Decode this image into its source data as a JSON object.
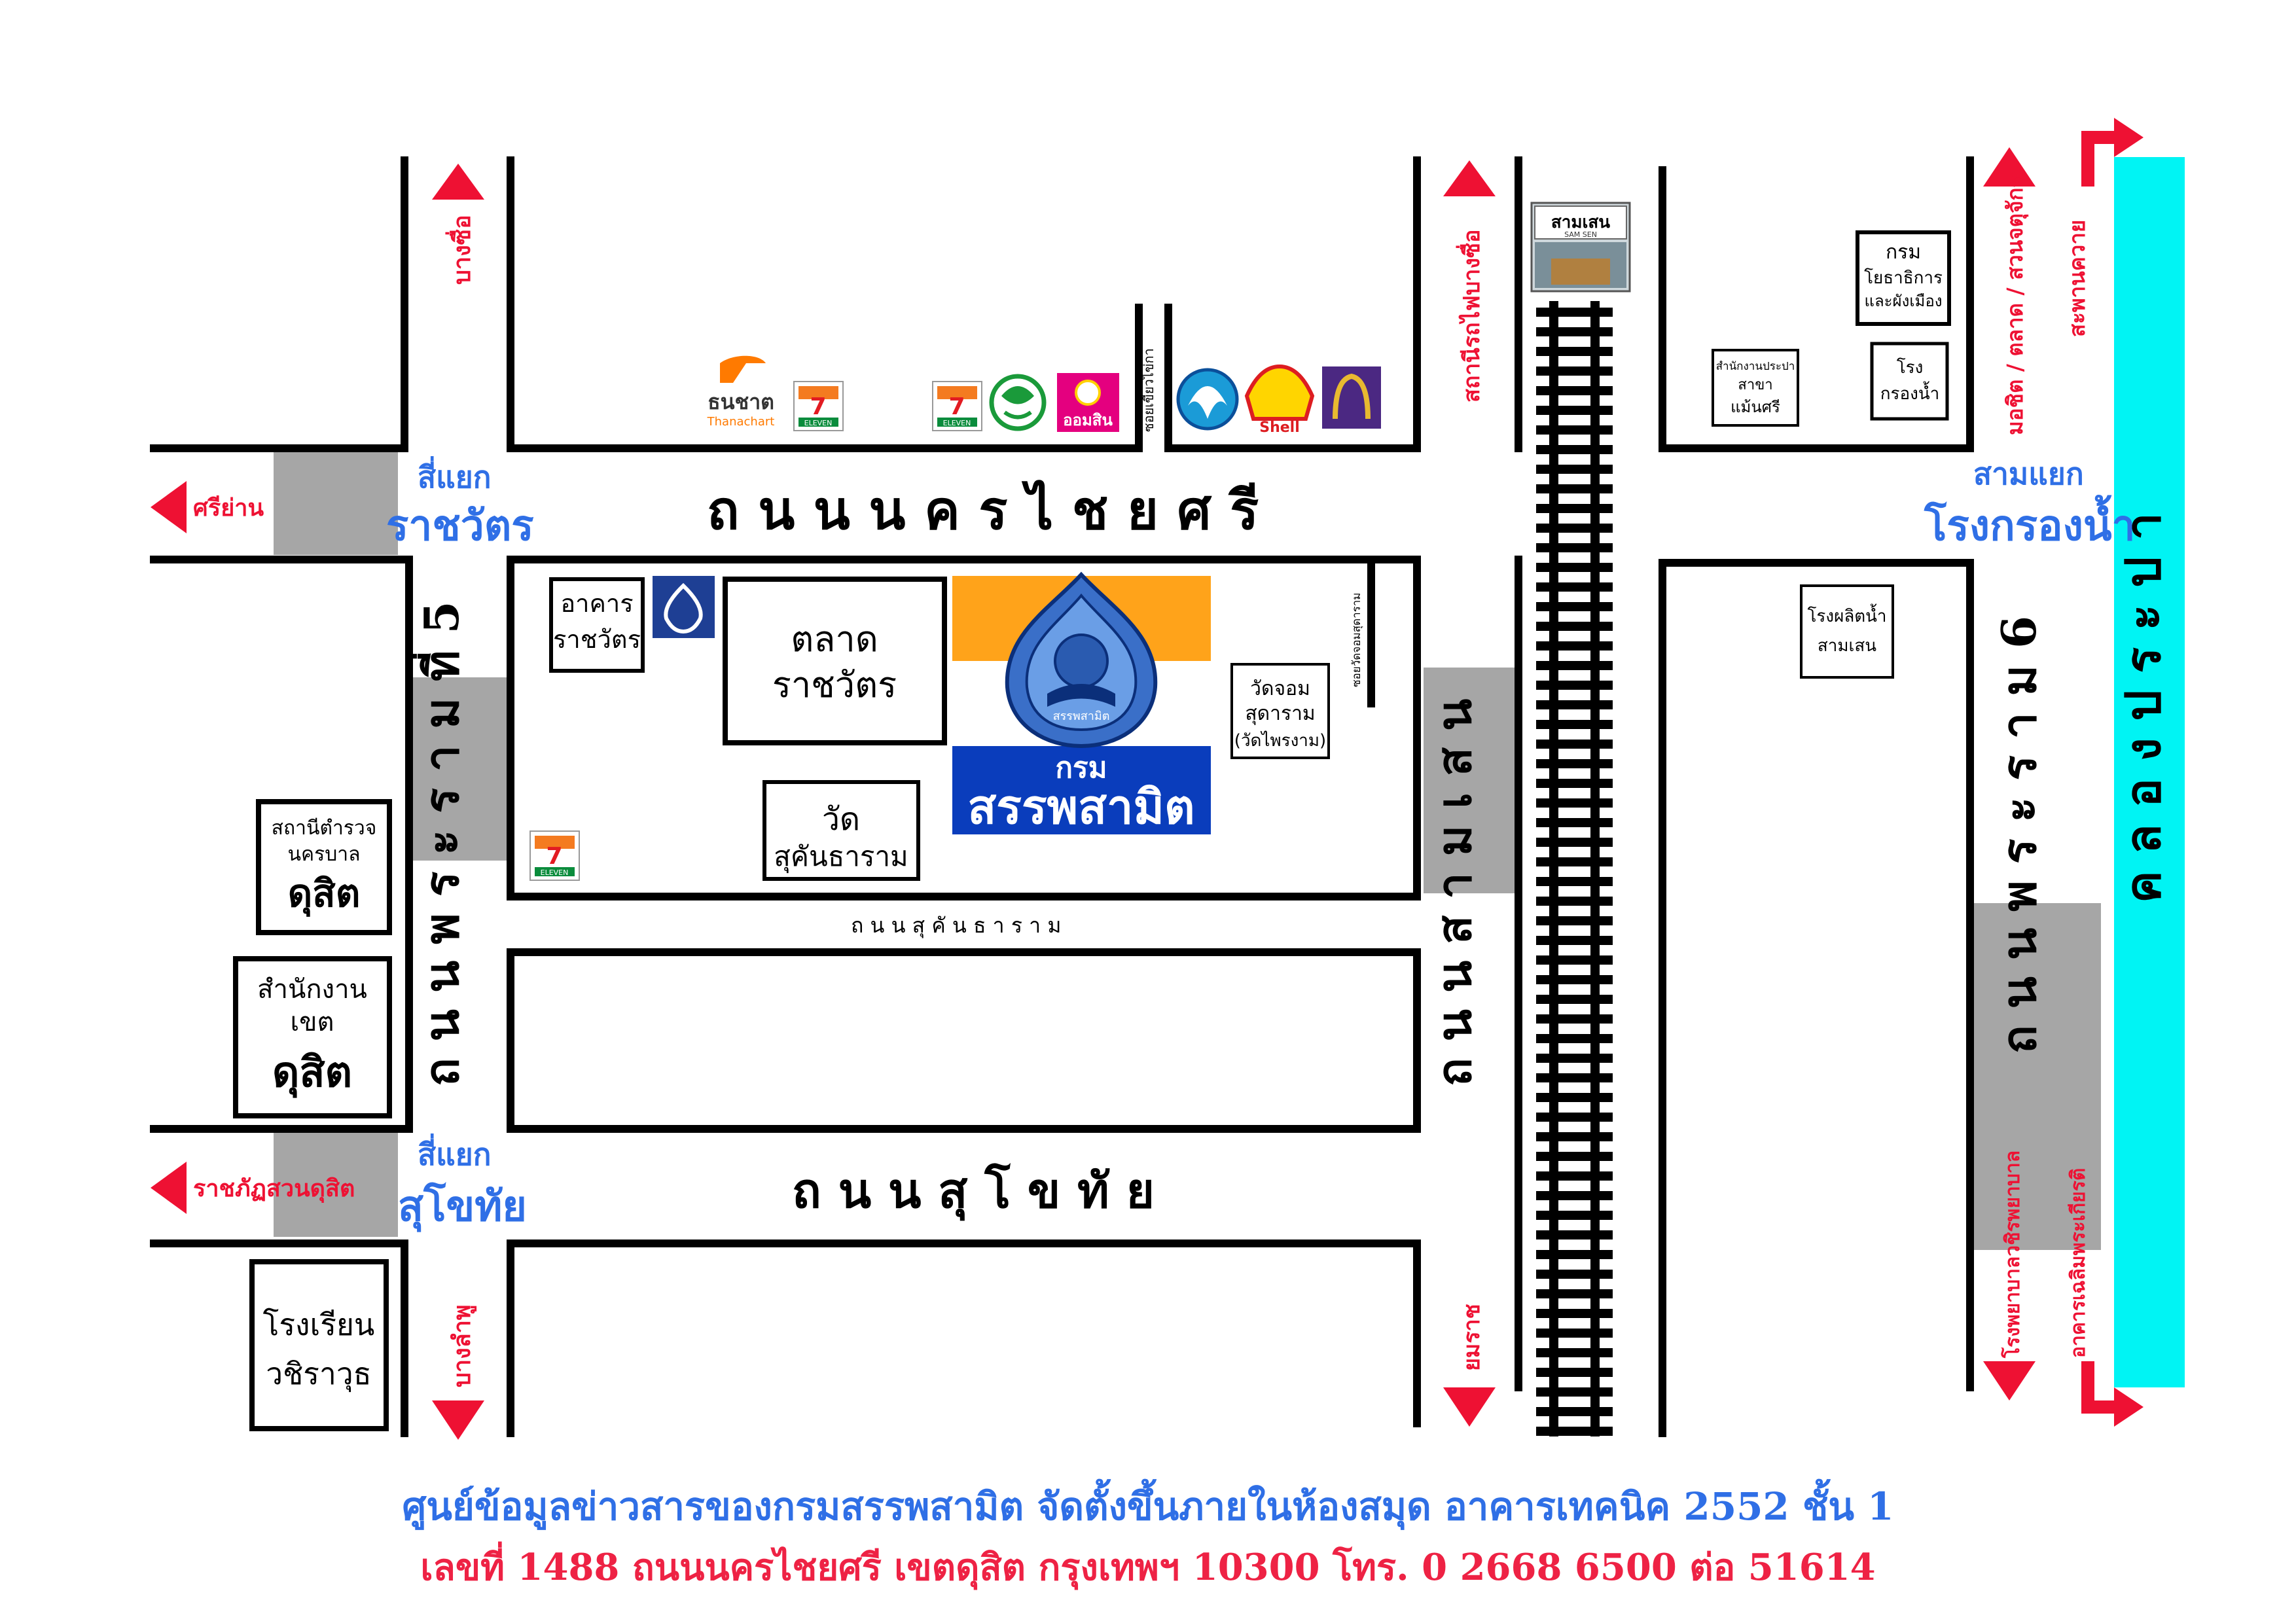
{
  "colors": {
    "road_line": "#000000",
    "intersection": "#a6a6a6",
    "canal": "#00f4f4",
    "direction": "#ee1133",
    "intersection_name": "#2f6fe6",
    "orange_band": "#ffa31a",
    "dept_blue": "#0a3dbc",
    "footer_blue": "#2f6fe6",
    "footer_red": "#ee2244"
  },
  "roads": {
    "nakhon_chaisi": "ถ น น น ค ร ไ ช ย ศ รี",
    "sukhothai": "ถ น น สุ โ ข ทั ย",
    "rama5": "ถ น น พ ร ะ ร า ม ที่ 5",
    "samsen": "ถ น น ส า ม เ ส น",
    "rama6": "ถ น น พ ร ะ ร า ม 6",
    "sukhantharam": "ถ น น สุ คั น ธ า ร า ม",
    "canal": "ค ล อ ง ป ร ะ ป า",
    "soi_khiat": "ซอยเขียวไข่กา",
    "soi_wat_jom": "ซอยวัดจอมสุดาราม"
  },
  "intersections": {
    "rachawat_1": "สี่แยก",
    "rachawat_2": "ราชวัตร",
    "sukhothai_1": "สี่แยก",
    "sukhothai_2": "สุโขทัย",
    "rongkrong_1": "สามแยก",
    "rongkrong_2": "โรงกรองน้ำ"
  },
  "directions": {
    "bang_sue": "บางซื่อ",
    "bang_lamphu": "บางลำพู",
    "siyan": "ศรีย่าน",
    "rajabhat": "ราชภัฏสวนดุสิต",
    "bang_sue_station": "สถานีรถไฟบางซื่อ",
    "yommarat": "ยมราช",
    "kasetsart": "มอชิต / ตลาด / สวนจตุจักร",
    "saphan_khwai": "สะพานควาย",
    "hospital": "โรงพยาบาลวชิรพยาบาล",
    "bldg_chalerm": "อาคารเฉลิมพระเกียรติ"
  },
  "places": {
    "arkhan_1": "อาคาร",
    "arkhan_2": "ราชวัตร",
    "market_1": "ตลาด",
    "market_2": "ราชวัตร",
    "wat_sukhan_1": "วัด",
    "wat_sukhan_2": "สุคันธาราม",
    "wat_jom_1": "วัดจอม",
    "wat_jom_2": "สุดาราม",
    "wat_jom_3": "(วัดไพรงาม)",
    "police_1": "สถานีตำรวจ",
    "police_2": "นครบาล",
    "police_3": "ดุสิต",
    "district_1": "สำนักงาน",
    "district_2": "เขต",
    "district_3": "ดุสิต",
    "school_1": "โรงเรียน",
    "school_2": "วชิราวุธ",
    "dept_1": "กรม",
    "dept_2": "โยธาธิการ",
    "dept_3": "และผังเมือง",
    "plant_1": "โรง",
    "plant_2": "กรองน้ำ",
    "branch_1": "สำนักงานประปา",
    "branch_2": "สาขา",
    "branch_3": "แม้นศรี",
    "factory_1": "โรงผลิตน้ำ",
    "factory_2": "สามเสน"
  },
  "excise": {
    "line1": "กรม",
    "line2": "สรรพสามิต",
    "seal_text": "สรรพสามิต"
  },
  "station": {
    "name": "สามเสน",
    "name_en": "SAM SEN"
  },
  "logos": {
    "thanachart_th": "ธนชาต",
    "thanachart_en": "Thanachart",
    "seven": "7",
    "seven_sub": "ELEVEN",
    "gsb": "ออมสิน",
    "shell": "Shell"
  },
  "footer": {
    "line1": "ศูนย์ข้อมูลข่าวสารของกรมสรรพสามิต จัดตั้งขึ้นภายในห้องสมุด อาคารเทคนิค 2552 ชั้น 1",
    "line2": "เลขที่ 1488 ถนนนครไชยศรี เขตดุสิต กรุงเทพฯ 10300 โทร. 0 2668 6500 ต่อ 51614"
  }
}
